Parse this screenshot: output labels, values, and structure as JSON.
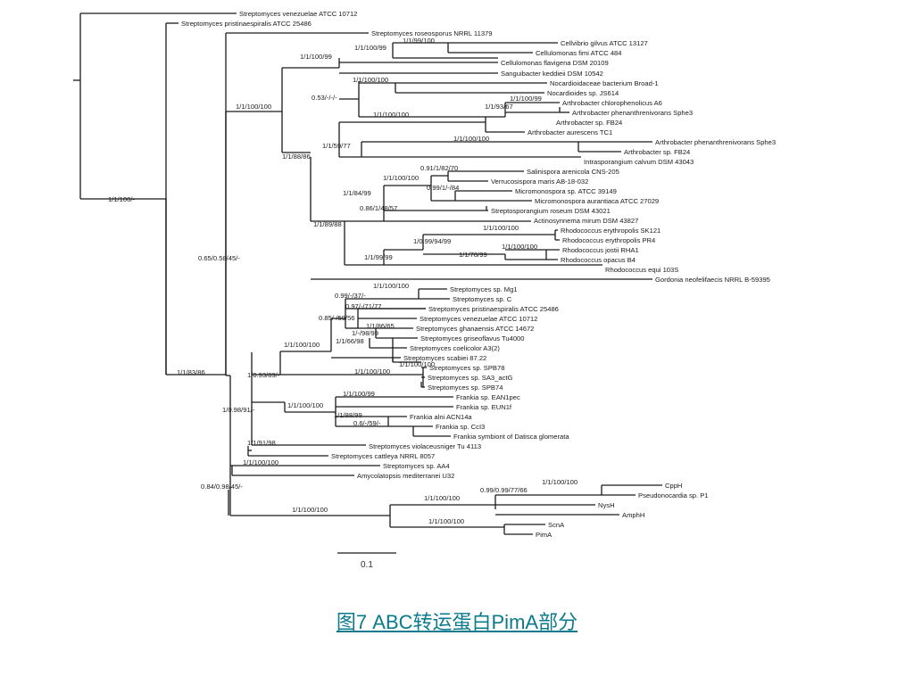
{
  "tree": {
    "taxa": [
      "Streptomyces venezuelae ATCC 10712",
      "Streptomyces pristinaespiralis ATCC 25486",
      "Streptomyces roseosporus NRRL 11379",
      "Cellvibrio gilvus ATCC 13127",
      "Cellulomonas fimi ATCC 484",
      "Cellulomonas flavigena DSM 20109",
      "Sanguibacter keddieii DSM 10542",
      "Nocardioidaceae bacterium Broad-1",
      "Nocardioides sp. JS614",
      "Arthrobacter chlorophenolicus A6",
      "Arthrobacter phenanthrenivorans Sphe3",
      "Arthrobacter sp. FB24",
      "Arthrobacter aurescens TC1",
      "Arthrobacter phenanthrenivorans Sphe3",
      "Arthrobacter sp. FB24",
      "Intrasporangium calvum DSM 43043",
      "Salinispora arenicola CNS-205",
      "Verrucosispora maris AB-18-032",
      "Micromonospora sp. ATCC 39149",
      "Micromonospora aurantiaca ATCC 27029",
      "Streptosporangium roseum DSM 43021",
      "Actinosynnema mirum DSM 43827",
      "Rhodococcus erythropolis SK121",
      "Rhodococcus erythropolis PR4",
      "Rhodococcus jostii RHA1",
      "Rhodococcus opacus B4",
      "Rhodococcus equi 103S",
      "Gordonia neofelifaecis NRRL B-59395",
      "Streptomyces sp. Mg1",
      "Streptomyces sp. C",
      "Streptomyces pristinaespiralis ATCC 25486",
      "Streptomyces venezuelae ATCC 10712",
      "Streptomyces ghanaensis ATCC 14672",
      "Streptomyces griseoflavus Tu4000",
      "Streptomyces coelicolor A3(2)",
      "Streptomyces scabiei 87.22",
      "Streptomyces sp. SPB78",
      "Streptomyces sp. SA3_actG",
      "Streptomyces sp. SPB74",
      "Frankia sp. EAN1pec",
      "Frankia sp. EUN1f",
      "Frankia alni ACN14a",
      "Frankia sp. CcI3",
      "Frankia symbiont of Datisca glomerata",
      "Streptomyces violaceusniger Tu 4113",
      "Streptomyces cattleya NRRL 8057",
      "Streptomyces sp. AA4",
      "Amycolatopsis mediterranei U32",
      "CppH",
      "Pseudonocardia sp. P1",
      "NysH",
      "AmphH",
      "ScnA",
      "PimA"
    ],
    "supports": [
      "1/1/100/-",
      "0.65/0.58/45/-",
      "1/1/83/86",
      "1/1/100/100",
      "1/1/100/99",
      "1/1/100/99",
      "1/1/99/100",
      "1/1/100/100",
      "0.53/-/-/-",
      "1/1/100/100",
      "1/1/93/67",
      "1/1/100/99",
      "1/1/88/86",
      "1/1/59/77",
      "1/1/100/100",
      "1/1/89/88",
      "1/1/84/99",
      "1/1/100/100",
      "0.91/1/82/70",
      "0.99/1/-/84",
      "0.86/1/48/57",
      "1/1/99/99",
      "1/0.99/94/99",
      "1/1/100/100",
      "1/1/78/99",
      "1/1/100/100",
      "1/0.98/91/-",
      "1/0.93/89/-",
      "1/1/100/100",
      "0.85/-/59/56",
      "0.99/-/37/-",
      "1/1/100/100",
      "0.97/-/71/77",
      "1/1/66/98",
      "1/1/86/65",
      "1/-/98/99",
      "1/1/100/100",
      "1/1/100/100",
      "1/1/100/100",
      "1/1/100/99",
      "1/1/88/99",
      "0.6/-/59/-",
      "1/1/91/98",
      "0.84/0.98/45/-",
      "1/1/100/100",
      "1/1/100/100",
      "1/1/100/100",
      "0.99/0.99/77/66",
      "1/1/100/100",
      "1/1/100/100"
    ],
    "scale_label": "0.1"
  },
  "caption": "图7 ABC转运蛋白PimA部分"
}
